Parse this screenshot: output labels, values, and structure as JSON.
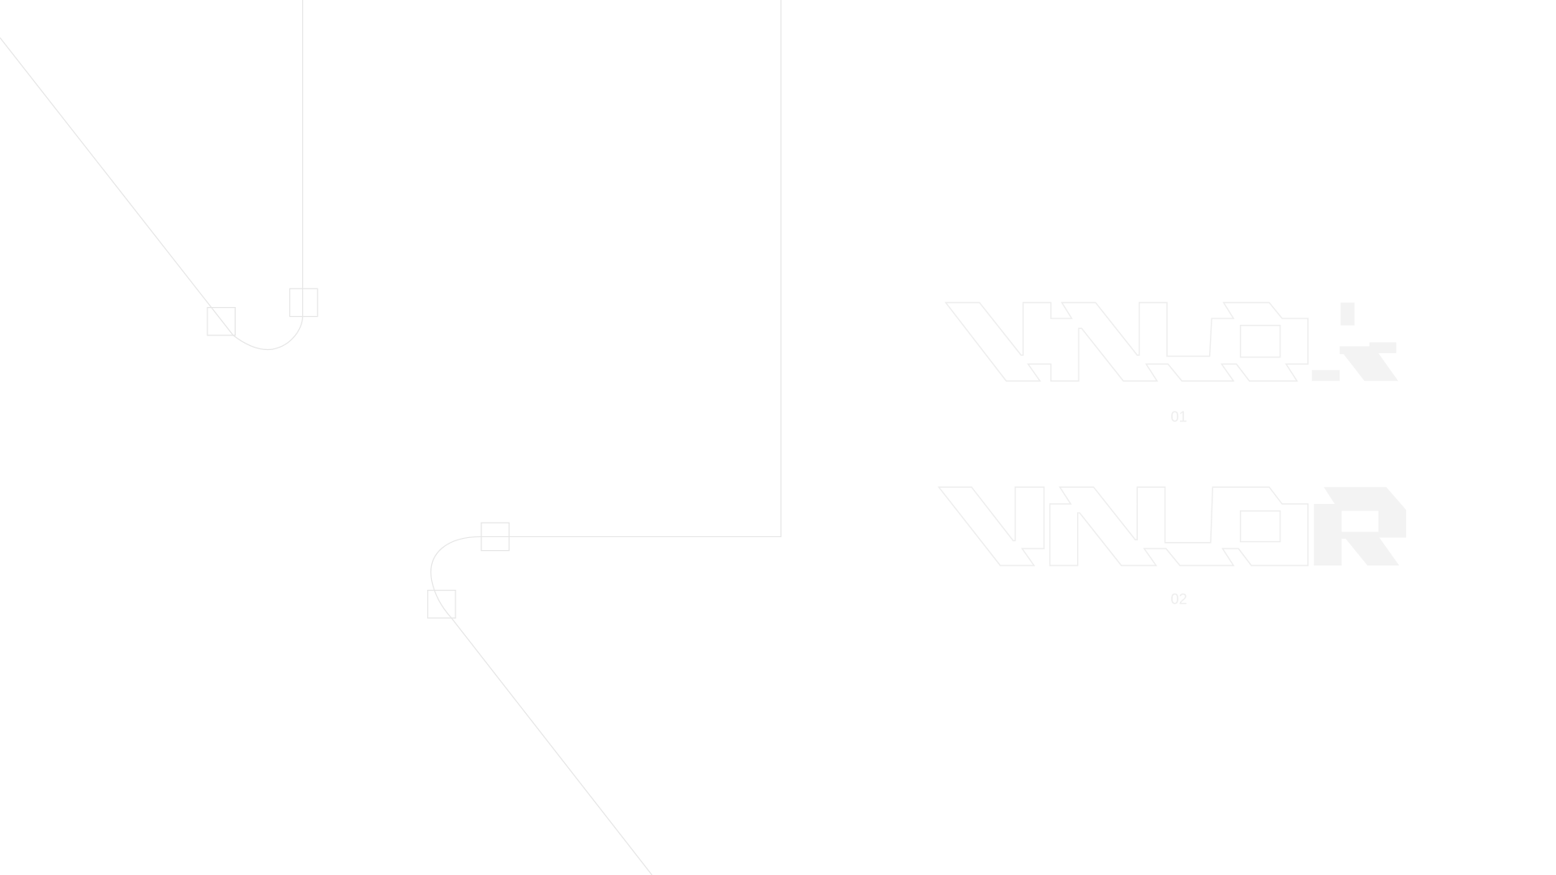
{
  "logo_variants": [
    {
      "label": "01",
      "wordmark": "VNLOR"
    },
    {
      "label": "02",
      "wordmark": "VNLOR"
    }
  ],
  "colors": {
    "line": "#e6e6e6",
    "outline": "#eeeeee",
    "fill": "#f3f3f3",
    "background": "#ffffff"
  }
}
